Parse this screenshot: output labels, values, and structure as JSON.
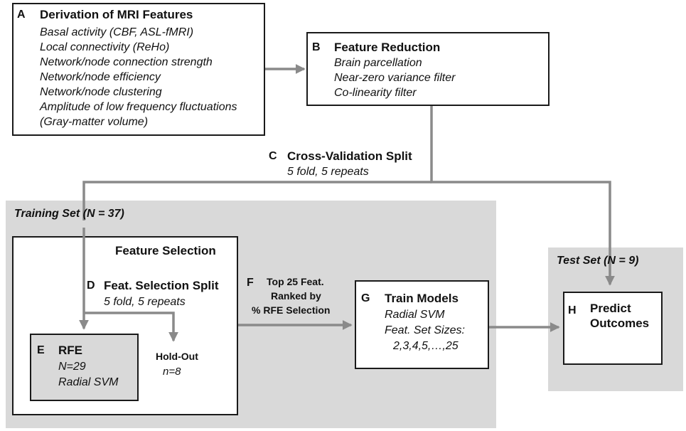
{
  "box_a": {
    "letter": "A",
    "title": "Derivation of MRI Features",
    "items": [
      "Basal activity (CBF, ASL-fMRI)",
      "Local connectivity (ReHo)",
      "Network/node connection strength",
      "Network/node efficiency",
      "Network/node clustering",
      "Amplitude of low frequency fluctuations",
      "(Gray-matter volume)"
    ]
  },
  "box_b": {
    "letter": "B",
    "title": "Feature Reduction",
    "items": [
      "Brain parcellation",
      "Near-zero variance filter",
      "Co-linearity filter"
    ]
  },
  "step_c": {
    "letter": "C",
    "title": "Cross-Validation Split",
    "detail": "5 fold, 5 repeats"
  },
  "training_set": {
    "label": "Training Set (N = 37)"
  },
  "feature_selection": {
    "title": "Feature Selection"
  },
  "step_d": {
    "letter": "D",
    "title": "Feat. Selection Split",
    "detail": "5 fold, 5 repeats"
  },
  "box_e": {
    "letter": "E",
    "title": "RFE",
    "lines": [
      "N=29",
      "Radial SVM"
    ]
  },
  "hold_out": {
    "title": "Hold-Out",
    "detail": "n=8"
  },
  "step_f": {
    "letter": "F",
    "lines": [
      "Top 25 Feat.",
      "Ranked by",
      "% RFE Selection"
    ]
  },
  "box_g": {
    "letter": "G",
    "title": "Train Models",
    "lines": [
      "Radial SVM",
      "Feat. Set Sizes:",
      "2,3,4,5,…,25"
    ]
  },
  "test_set": {
    "label": "Test Set (N = 9)"
  },
  "box_h": {
    "letter": "H",
    "lines": [
      "Predict",
      "Outcomes"
    ]
  },
  "colors": {
    "panel": "#d9d9d9",
    "arrow": "#8a8a8a",
    "border": "#1a1a1a"
  }
}
